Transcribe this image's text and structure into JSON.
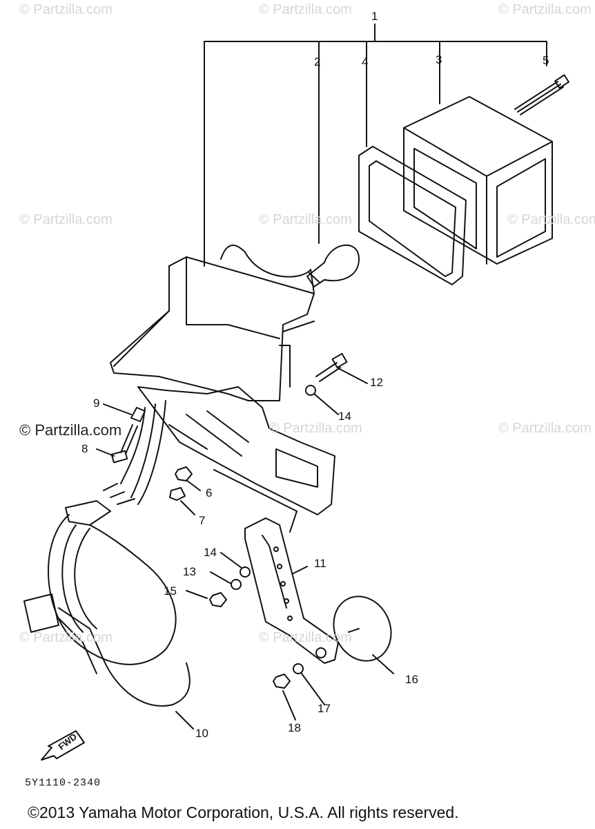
{
  "watermarks": [
    "© Partzilla.com",
    "© Partzilla.com",
    "© Partzilla.com",
    "© Partzilla.com",
    "© Partzilla.com",
    "© Partzilla.com",
    "© Partzilla.com",
    "© Partzilla.com",
    "© Partzilla.com",
    "© Partzilla.com"
  ],
  "brand_label": "© Partzilla.com",
  "part_code": "5Y1110-2340",
  "copyright": "©2013 Yamaha Motor Corporation, U.S.A. All rights reserved.",
  "fwd_label": "FWD",
  "callouts": [
    "1",
    "2",
    "3",
    "4",
    "5",
    "6",
    "7",
    "8",
    "9",
    "10",
    "11",
    "12",
    "13",
    "14",
    "14",
    "15",
    "16",
    "17",
    "18"
  ]
}
